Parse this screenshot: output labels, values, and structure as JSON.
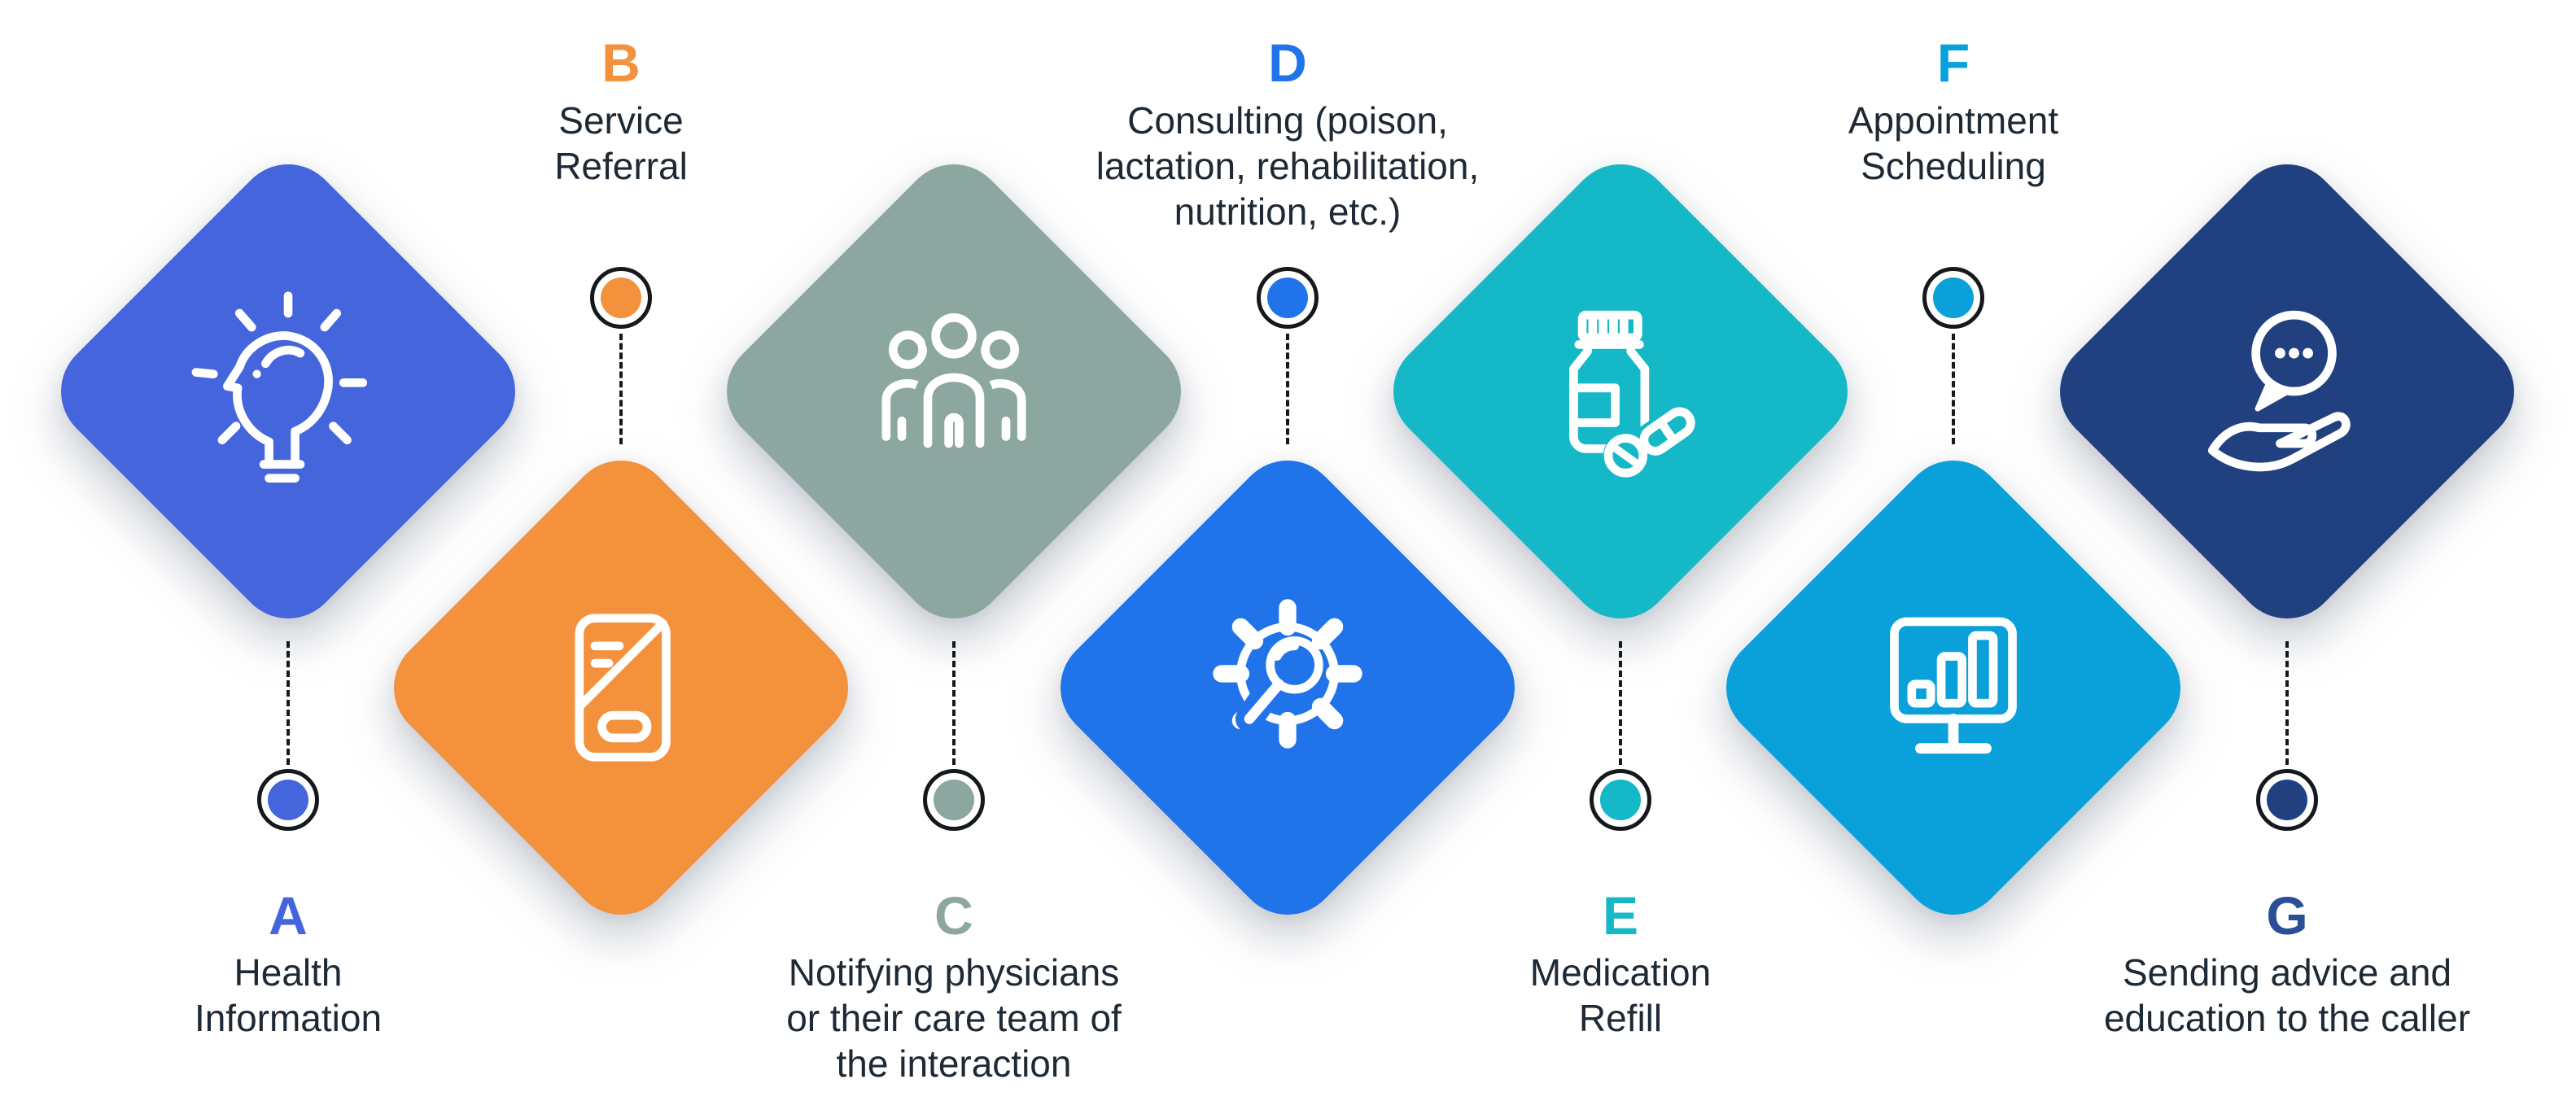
{
  "figure": {
    "type": "process-infographic",
    "background_color": "#ffffff",
    "text_color": "#1d2935",
    "connector_color": "#15191e"
  },
  "items": [
    {
      "letter": "A",
      "label": "Health\nInformation",
      "color": "#4565DC",
      "icon": "idea-head-icon",
      "position": "top"
    },
    {
      "letter": "B",
      "label": "Service\nReferral",
      "color": "#F3913D",
      "icon": "referral-document-icon",
      "position": "bottom"
    },
    {
      "letter": "C",
      "label": "Notifying physicians\nor their care team of\nthe interaction",
      "color": "#8CA6A0",
      "icon": "people-group-icon",
      "position": "top"
    },
    {
      "letter": "D",
      "label": "Consulting (poison,\nlactation, rehabilitation,\nnutrition, etc.)",
      "color": "#2173EA",
      "icon": "gear-magnifier-icon",
      "position": "bottom"
    },
    {
      "letter": "E",
      "label": "Medication\nRefill",
      "color": "#14B8C7",
      "icon": "medicine-bottle-icon",
      "position": "top"
    },
    {
      "letter": "F",
      "label": "Appointment\nScheduling",
      "color": "#0AA0DA",
      "icon": "monitor-chart-icon",
      "position": "bottom"
    },
    {
      "letter": "G",
      "label": "Sending advice and\neducation to the caller",
      "color": "#204080",
      "letter_color": "#2B4E95",
      "icon": "hand-chat-icon",
      "position": "top"
    }
  ]
}
